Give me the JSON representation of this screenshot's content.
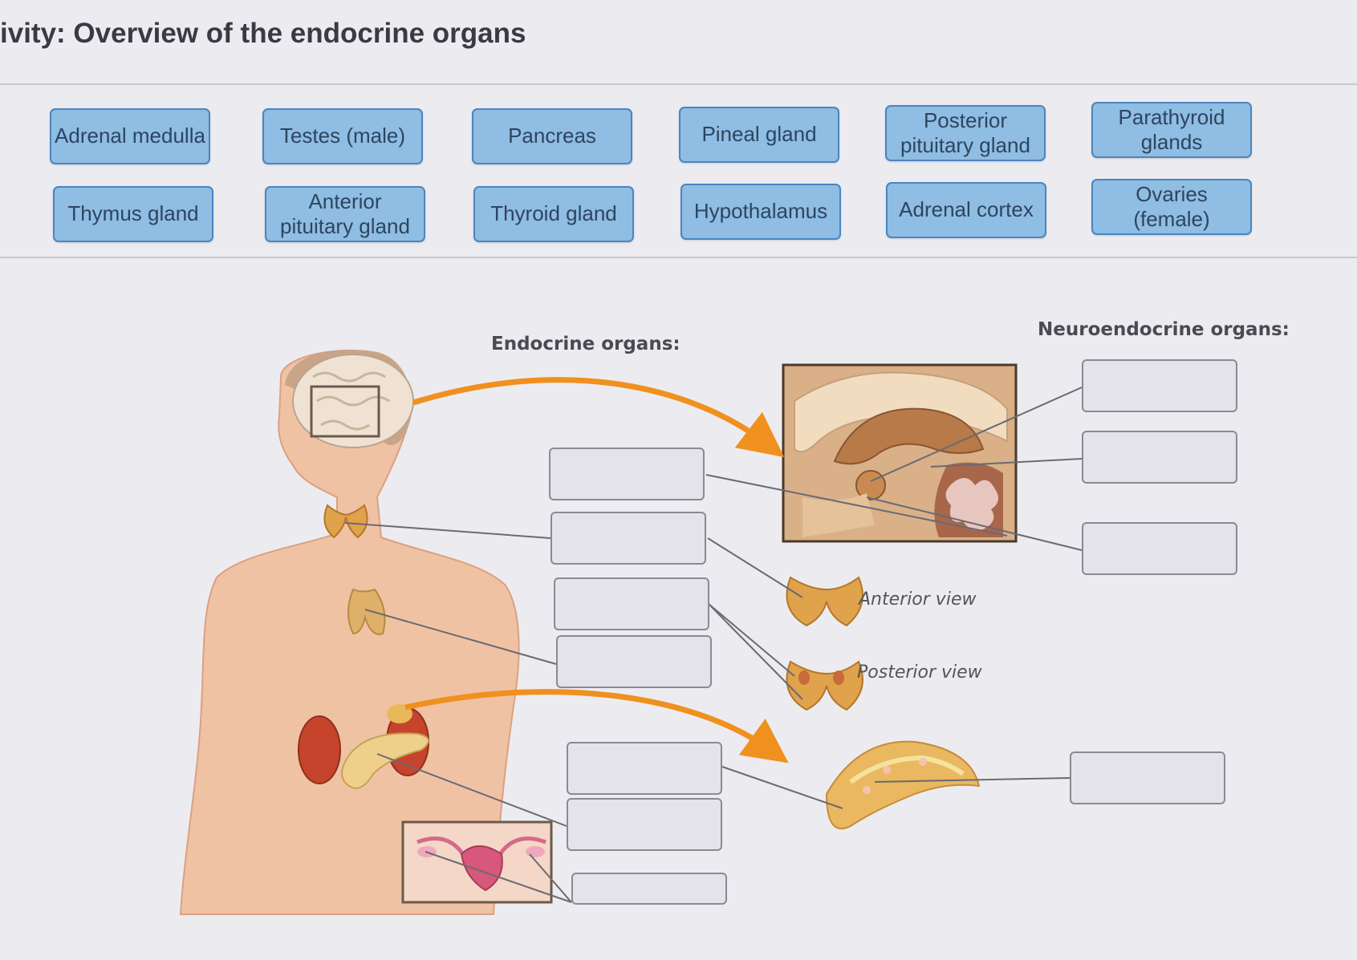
{
  "header": {
    "title": "ivity: Overview of the endocrine organs"
  },
  "chips": [
    "Adrenal medulla",
    "Testes (male)",
    "Pancreas",
    "Pineal gland",
    "Posterior pituitary gland",
    "Parathyroid glands",
    "Thymus gland",
    "Anterior pituitary gland",
    "Thyroid gland",
    "Hypothalamus",
    "Adrenal cortex",
    "Ovaries (female)"
  ],
  "labels": {
    "endocrine": "Endocrine organs:",
    "neuroendocrine": "Neuroendocrine organs:",
    "anterior_view": "Anterior view",
    "posterior_view": "Posterior view"
  },
  "colors": {
    "chip_fill": "#8fbde3",
    "chip_border": "#4a86c0",
    "arrow": "#f0901e",
    "drop_fill": "#e4e2ea"
  }
}
